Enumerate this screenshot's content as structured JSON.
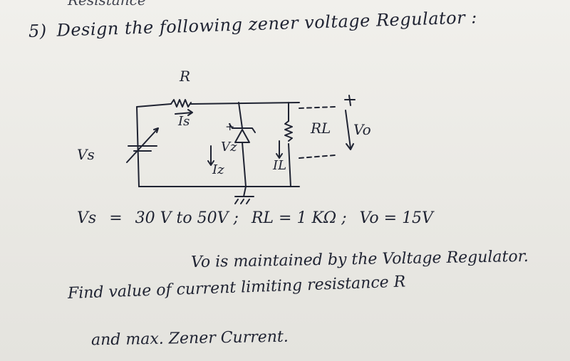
{
  "header": {
    "cut_text": "Resistance",
    "number": "5)",
    "title": "Design the following zener voltage Regulator :"
  },
  "circuit": {
    "resistor_label": "R",
    "source_label": "Vs",
    "series_current": "Is",
    "zener_voltage": "Vz",
    "zener_current": "Iz",
    "load_label": "RL",
    "load_current": "IL",
    "output_label": "Vo",
    "plus_sign": "+",
    "output_plus": "+"
  },
  "problem": {
    "vs_label": "Vs",
    "vs_eq": "=",
    "vs_value": "30 V to 50V ;",
    "rl_value": "RL = 1 KΩ ;",
    "vo_value": "Vo = 15V",
    "line2": "Vo is maintained by the Voltage Regulator.",
    "line3": "Find value of current limiting resistance R",
    "line4": "and max. Zener Current."
  }
}
